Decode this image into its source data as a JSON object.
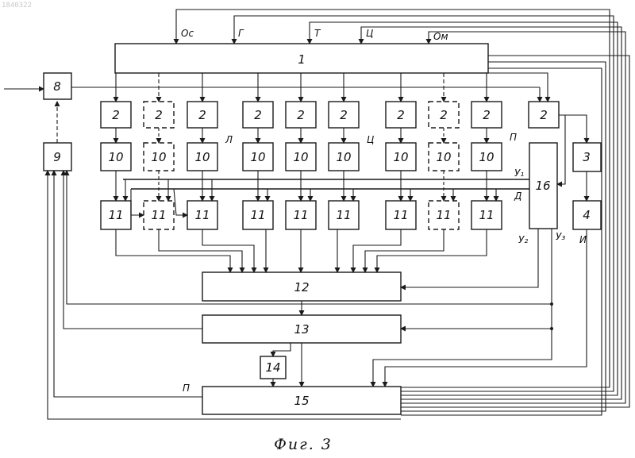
{
  "doc_number": "1840322",
  "caption": "Фиг. 3",
  "blocks": {
    "b1": "1",
    "b2": "2",
    "b3": "3",
    "b4": "4",
    "b8": "8",
    "b9": "9",
    "b10": "10",
    "b11": "11",
    "b12": "12",
    "b13": "13",
    "b14": "14",
    "b15": "15",
    "b16": "16"
  },
  "signals": {
    "os": "Ос",
    "g": "Г",
    "t": "Т",
    "c": "Ц",
    "om": "Ом",
    "group_l": "Л",
    "group_c": "Ц",
    "group_p": "П",
    "y1": "У₁",
    "d": "Д",
    "y2": "У₂",
    "y3": "У₃",
    "i": "И",
    "p": "П"
  }
}
